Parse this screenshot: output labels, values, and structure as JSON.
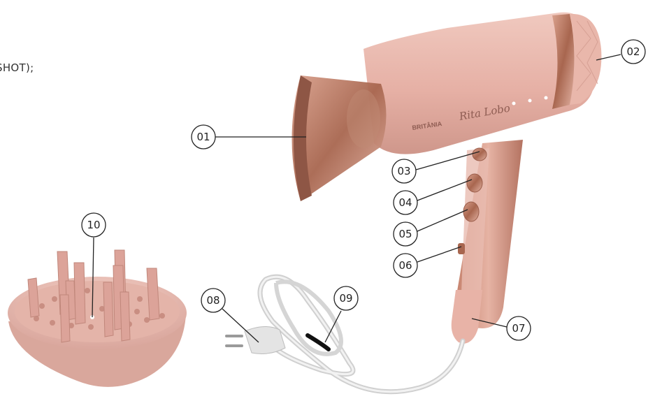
{
  "stray_text": "SHOT);",
  "brand": {
    "logo": "BRITÂNIA",
    "signature": "Rita Lobo"
  },
  "colors": {
    "body": "#e8b5aa",
    "body_shade": "#d49b90",
    "metal": "#b97a66",
    "metal_dark": "#8e5645",
    "cord": "#e2e2e2",
    "line": "#222222"
  },
  "callouts": [
    {
      "id": "01",
      "part": "concentrator-nozzle"
    },
    {
      "id": "02",
      "part": "rear-air-intake"
    },
    {
      "id": "03",
      "part": "top-button"
    },
    {
      "id": "04",
      "part": "temperature-button"
    },
    {
      "id": "05",
      "part": "speed-button"
    },
    {
      "id": "06",
      "part": "side-switch"
    },
    {
      "id": "07",
      "part": "handle-end-hanging-loop"
    },
    {
      "id": "08",
      "part": "power-plug"
    },
    {
      "id": "09",
      "part": "power-cord"
    },
    {
      "id": "10",
      "part": "diffuser"
    }
  ]
}
